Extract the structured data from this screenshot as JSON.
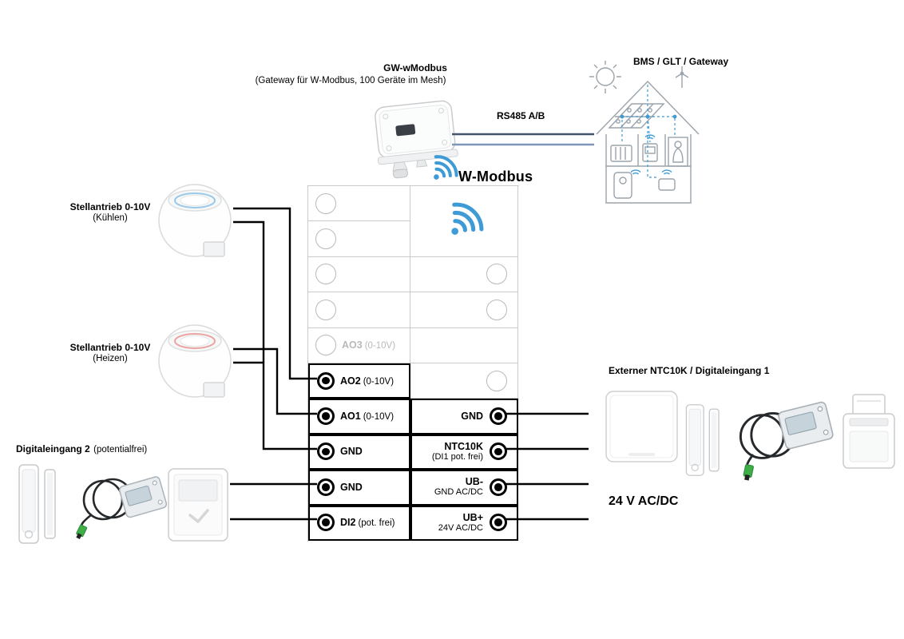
{
  "gateway": {
    "title": "GW-wModbus",
    "subtitle": "(Gateway für W-Modbus, 100 Geräte im Mesh)"
  },
  "labels": {
    "bms": "BMS / GLT / Gateway",
    "rs485": "RS485 A/B",
    "wmodbus": "W-Modbus",
    "power": "24 V AC/DC",
    "external_right": "Externer NTC10K / Digitaleingang 1"
  },
  "left_devices": {
    "cooling_title": "Stellantrieb 0-10V",
    "cooling_sub": "(Kühlen)",
    "heating_title": "Stellantrieb 0-10V",
    "heating_sub": "(Heizen)",
    "di2_title": "Digitaleingang 2",
    "di2_sub": "(potentialfrei)"
  },
  "terminals": {
    "left": [
      {
        "id": "AO3",
        "suffix": "(0-10V)",
        "state": "disabled"
      },
      {
        "id": "AO2",
        "suffix": "(0-10V)",
        "state": "connected"
      },
      {
        "id": "AO1",
        "suffix": "(0-10V)",
        "state": "connected"
      },
      {
        "id": "GND",
        "suffix": "",
        "state": "connected"
      },
      {
        "id": "GND",
        "suffix": "",
        "state": "connected"
      },
      {
        "id": "DI2",
        "suffix": "(pot. frei)",
        "state": "connected"
      }
    ],
    "right": [
      {
        "id": "GND",
        "sub": "",
        "state": "connected"
      },
      {
        "id": "NTC10K",
        "sub": "(DI1 pot. frei)",
        "state": "connected"
      },
      {
        "id": "UB-",
        "sub": "GND AC/DC",
        "state": "connected"
      },
      {
        "id": "UB+",
        "sub": "24V AC/DC",
        "state": "connected"
      }
    ]
  },
  "colors": {
    "wifi_blue": "#3e9bd6",
    "rs485_line_a": "#44546c",
    "rs485_line_b": "#7e96b8",
    "wire_black": "#000000",
    "grid_gray": "#cacaca",
    "disabled_gray": "#b9b9b9",
    "accent_cooling": "#8fc3e8",
    "accent_heating": "#e89a9a",
    "connector_green": "#3fae49"
  }
}
